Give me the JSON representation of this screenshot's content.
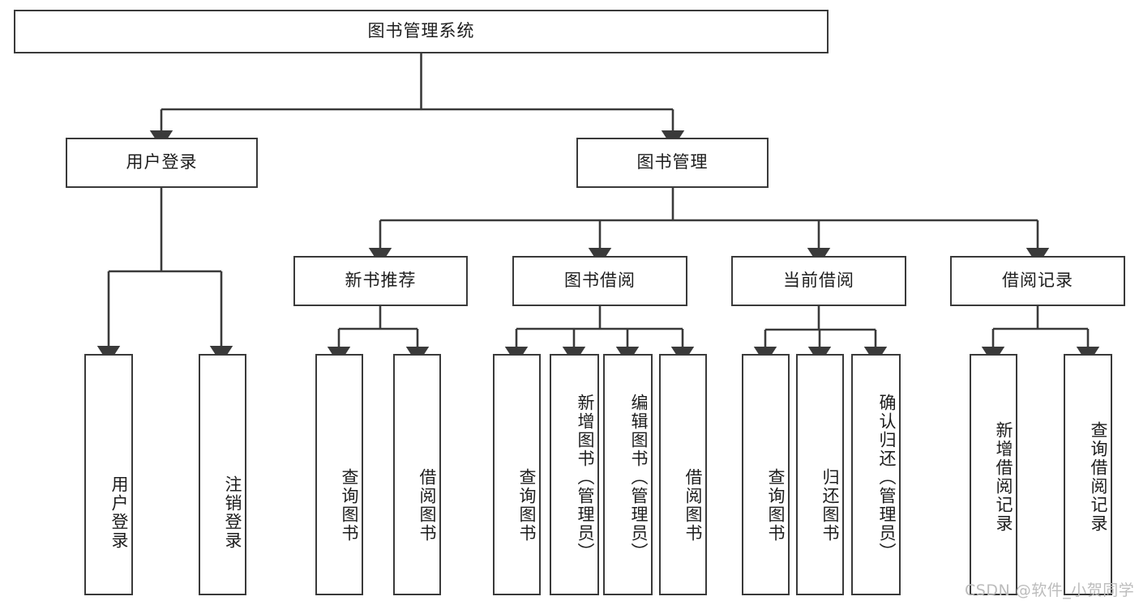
{
  "diagram": {
    "title": "图书管理系统",
    "type": "tree-hierarchy-diagram",
    "root": {
      "label": "图书管理系统",
      "id": "root"
    },
    "level2": [
      {
        "id": "user-login",
        "label": "用户登录"
      },
      {
        "id": "book-management",
        "label": "图书管理"
      }
    ],
    "level3": [
      {
        "id": "new-book-recommend",
        "label": "新书推荐",
        "parent": "book-management"
      },
      {
        "id": "book-borrow",
        "label": "图书借阅",
        "parent": "book-management"
      },
      {
        "id": "current-borrow",
        "label": "当前借阅",
        "parent": "book-management"
      },
      {
        "id": "borrow-record",
        "label": "借阅记录",
        "parent": "book-management"
      }
    ],
    "leaves": [
      {
        "id": "leaf-user-login",
        "label": "用户登录",
        "parent": "user-login"
      },
      {
        "id": "leaf-logout",
        "label": "注销登录",
        "parent": "user-login"
      },
      {
        "id": "leaf-query-book-1",
        "label": "查询图书",
        "parent": "new-book-recommend"
      },
      {
        "id": "leaf-borrow-book-1",
        "label": "借阅图书",
        "parent": "new-book-recommend"
      },
      {
        "id": "leaf-query-book-2",
        "label": "查询图书",
        "parent": "book-borrow"
      },
      {
        "id": "leaf-add-book",
        "label": "新增图书（管理员）",
        "parent": "book-borrow"
      },
      {
        "id": "leaf-edit-book",
        "label": "编辑图书（管理员）",
        "parent": "book-borrow"
      },
      {
        "id": "leaf-borrow-book-2",
        "label": "借阅图书",
        "parent": "book-borrow"
      },
      {
        "id": "leaf-query-book-3",
        "label": "查询图书",
        "parent": "current-borrow"
      },
      {
        "id": "leaf-return-book",
        "label": "归还图书",
        "parent": "current-borrow"
      },
      {
        "id": "leaf-confirm-return",
        "label": "确认归还（管理员）",
        "parent": "current-borrow"
      },
      {
        "id": "leaf-add-record",
        "label": "新增借阅记录",
        "parent": "borrow-record"
      },
      {
        "id": "leaf-query-record",
        "label": "查询借阅记录",
        "parent": "borrow-record"
      }
    ]
  },
  "watermark": {
    "text": "CSDN @软件_小贺同学"
  },
  "colors": {
    "stroke": "#3a3a3a",
    "text": "#1d1d1d",
    "background": "#ffffff",
    "watermark": "#bcbcbc"
  }
}
